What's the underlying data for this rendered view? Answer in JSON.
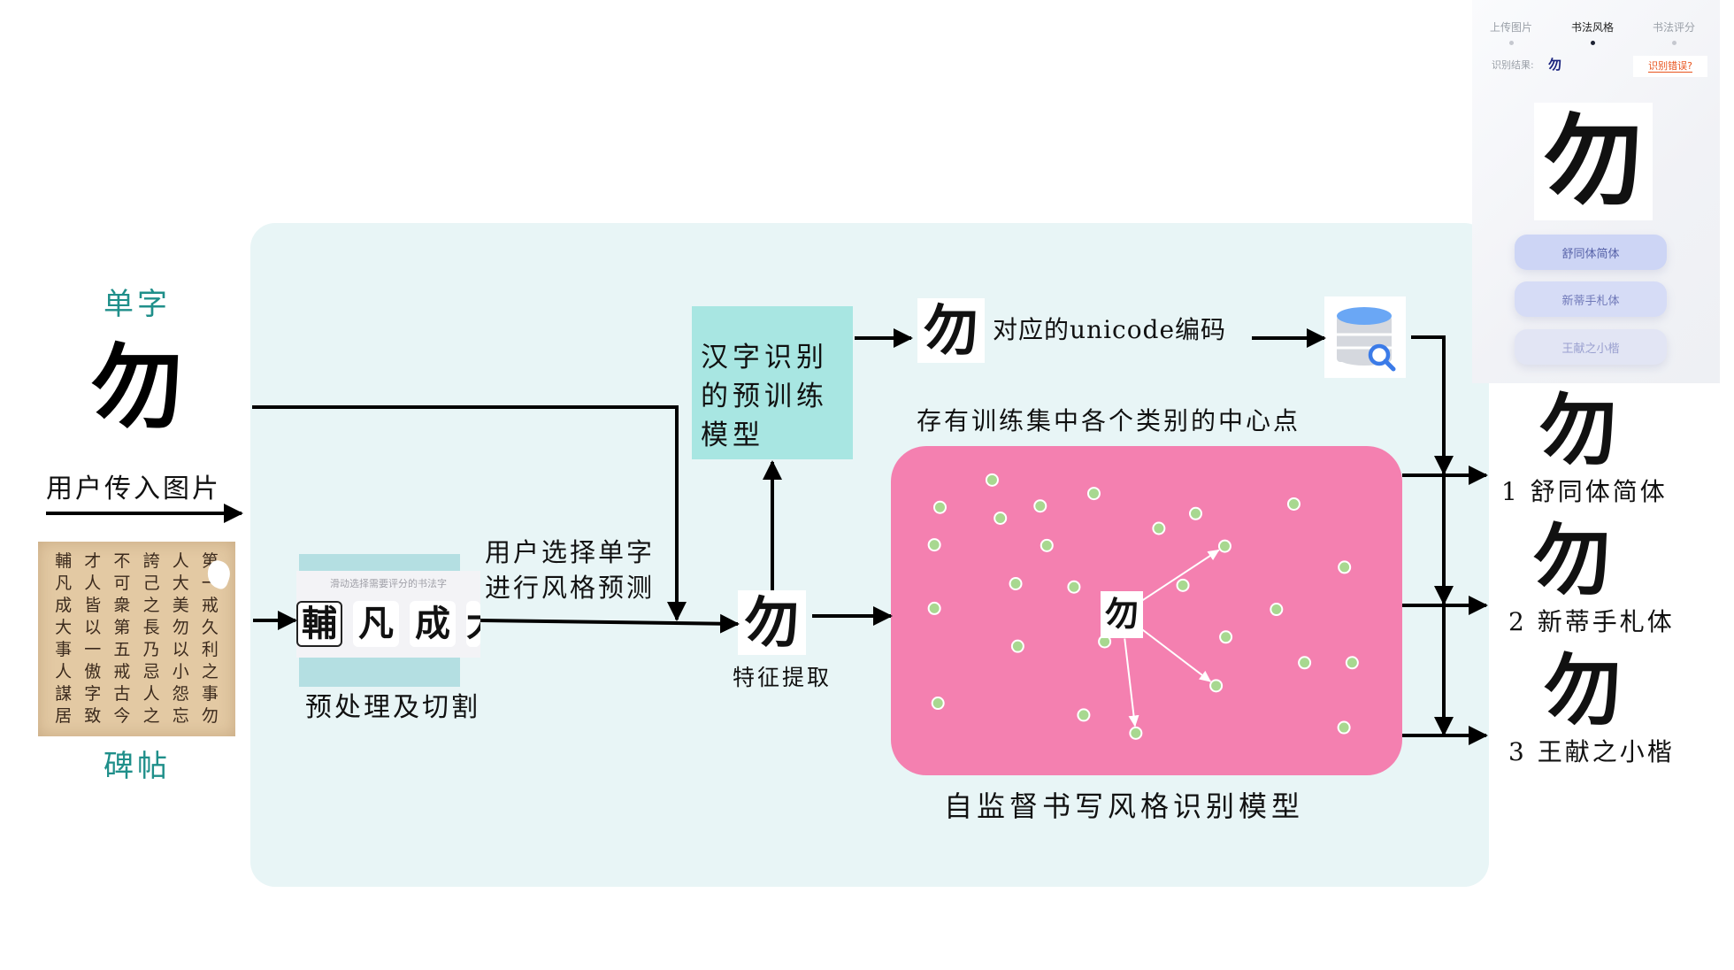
{
  "left": {
    "single_char_label": "单字",
    "single_char_glyph": "勿",
    "upload_label": "用户传入图片",
    "stele_label": "碑帖",
    "stele_columns": [
      [
        "第",
        "一",
        "戒",
        "久",
        "利",
        "之",
        "事",
        "勿"
      ],
      [
        "人",
        "大",
        "美",
        "勿",
        "以",
        "小",
        "怨",
        "忘"
      ],
      [
        "誇",
        "己",
        "之",
        "長",
        "乃",
        "忌",
        "人",
        "之"
      ],
      [
        "不",
        "可",
        "衆",
        "第",
        "五",
        "戒",
        "古",
        "今"
      ],
      [
        "才",
        "人",
        "皆",
        "以",
        "一",
        "傲",
        "字",
        "致"
      ],
      [
        "輔",
        "凡",
        "成",
        "大",
        "事",
        "人",
        "謀",
        "居"
      ]
    ]
  },
  "preprocess": {
    "slider_hint": "滑动选择需要评分的书法字",
    "chips": [
      "輔",
      "凡",
      "成",
      "大"
    ],
    "selected_chip": "輔",
    "label": "预处理及切割"
  },
  "select_label_line1": "用户选择单字",
  "select_label_line2": "进行风格预测",
  "pretrain_label_lines": [
    "汉字识别",
    "的预训练",
    "模型"
  ],
  "feature": {
    "glyph": "勿",
    "label": "特征提取"
  },
  "unicode": {
    "glyph": "勿",
    "label": "对应的unicode编码"
  },
  "database_icon": "database-search-icon",
  "centers_label": "存有训练集中各个类别的中心点",
  "model_label": "自监督书写风格识别模型",
  "cluster": {
    "query_glyph": "勿",
    "centers": [
      [
        19.8,
        10.3
      ],
      [
        9.6,
        18.6
      ],
      [
        29.2,
        18.2
      ],
      [
        39.7,
        14.4
      ],
      [
        21.4,
        21.9
      ],
      [
        59.6,
        20.5
      ],
      [
        52.4,
        25.0
      ],
      [
        8.5,
        30.0
      ],
      [
        30.5,
        30.2
      ],
      [
        78.8,
        17.6
      ],
      [
        65.3,
        30.4
      ],
      [
        88.7,
        36.8
      ],
      [
        24.4,
        41.8
      ],
      [
        35.8,
        42.8
      ],
      [
        57.1,
        42.3
      ],
      [
        8.5,
        49.3
      ],
      [
        75.4,
        49.6
      ],
      [
        24.8,
        60.8
      ],
      [
        41.8,
        59.4
      ],
      [
        65.5,
        58.0
      ],
      [
        80.9,
        65.8
      ],
      [
        90.2,
        65.8
      ],
      [
        63.6,
        72.8
      ],
      [
        9.2,
        78.1
      ],
      [
        37.7,
        81.7
      ],
      [
        47.9,
        87.2
      ],
      [
        88.6,
        85.5
      ]
    ],
    "nearest": [
      [
        65.3,
        30.4
      ],
      [
        63.6,
        72.8
      ],
      [
        47.9,
        87.2
      ]
    ]
  },
  "results": [
    {
      "rank": "1",
      "name": "舒同体简体",
      "glyph": "勿"
    },
    {
      "rank": "2",
      "name": "新蒂手札体",
      "glyph": "勿"
    },
    {
      "rank": "3",
      "name": "王献之小楷",
      "glyph": "勿"
    }
  ],
  "phone": {
    "steps": [
      "上传图片",
      "书法风格",
      "书法评分"
    ],
    "active_step": 1,
    "result_label": "识别结果:",
    "result_value": "勿",
    "error_link": "识别错误?",
    "preview_glyph": "勿",
    "style_buttons": [
      "舒同体简体",
      "新蒂手札体",
      "王献之小楷"
    ],
    "colors": {
      "accent": "#1a237e",
      "error": "#e8541e",
      "btn1": "#cdd5f5",
      "btn2": "#d6dcf6",
      "btn3": "#e2e5f4"
    }
  },
  "colors": {
    "container": "#e8f5f6",
    "pretrain": "#a8e6e2",
    "cluster": "#f480b0",
    "center_point": "#a8d890",
    "teal_label": "#1f8f8a"
  }
}
